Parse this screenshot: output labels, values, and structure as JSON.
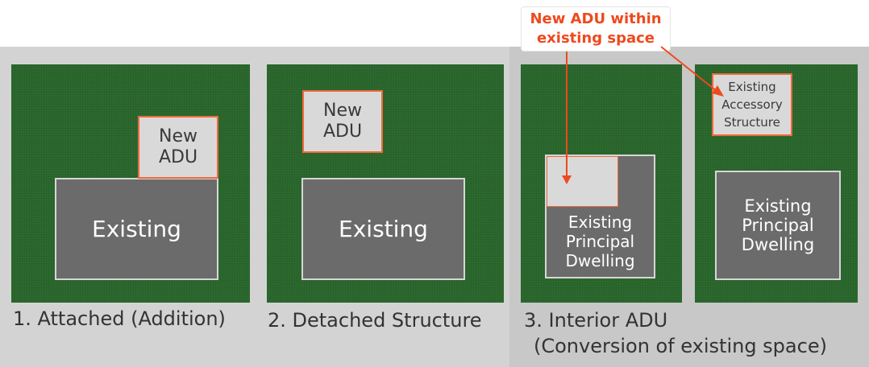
{
  "panels": [
    {
      "caption": "1. Attached (Addition)",
      "adu": [
        "New",
        "ADU"
      ],
      "existing": "Existing"
    },
    {
      "caption": "2. Detached Structure",
      "adu": [
        "New",
        "ADU"
      ],
      "existing": "Existing"
    },
    {
      "caption_lines": [
        "3. Interior ADU",
        "(Conversion of existing space)"
      ],
      "existing": [
        "Existing",
        "Principal",
        "Dwelling"
      ],
      "accessory": [
        "Existing",
        "Accessory",
        "Structure"
      ],
      "existing_right": [
        "Existing",
        "Principal",
        "Dwelling"
      ]
    }
  ],
  "callout": [
    "New ADU within",
    "existing space"
  ],
  "colors": {
    "lot": "#2c6a2f",
    "building": "#6b6b6b",
    "adu": "#d9d9d9",
    "accent": "#f0693a"
  }
}
